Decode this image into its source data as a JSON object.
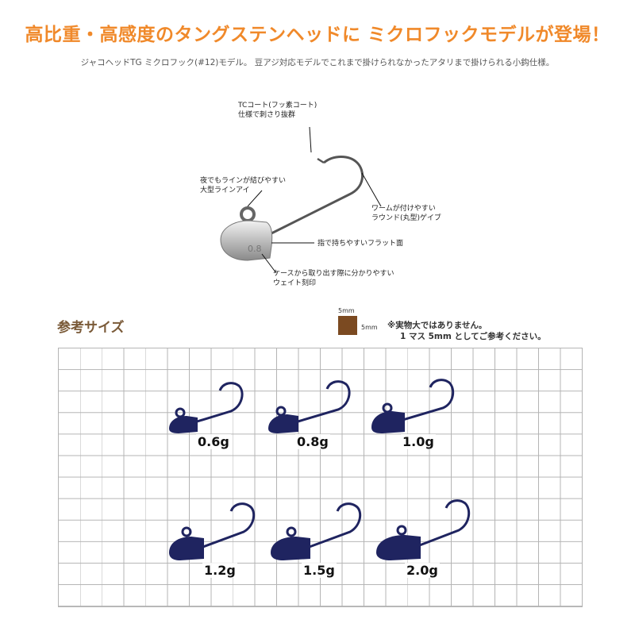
{
  "header": {
    "title": "高比重・高感度のタングステンヘッドに ミクロフックモデルが登場！",
    "subtitle": "ジャコヘッドTG ミクロフック(#12)モデル。 豆アジ対応モデルでこれまで掛けられなかったアタリまで掛けられる小鈎仕様。"
  },
  "diagram": {
    "head_marking": "0.8",
    "callouts": {
      "coat_line1": "TCコート(フッ素コート)",
      "coat_line2": "仕様で刺さり抜群",
      "eye_line1": "夜でもラインが結びやすい",
      "eye_line2": "大型ラインアイ",
      "gape_line1": "ワームが付けやすい",
      "gape_line2": "ラウンド(丸型)ゲイブ",
      "flat_line1": "指で持ちやすいフラット面",
      "weight_line1": "ケースから取り出す際に分かりやすい",
      "weight_line2": "ウェイト刻印"
    }
  },
  "reference": {
    "title": "参考サイズ",
    "scale_top": "5mm",
    "scale_side": "5mm",
    "note_line1": "※実物大ではありません。",
    "note_line2": "1 マス 5mm としてご参考ください。",
    "weights": [
      "0.6g",
      "0.8g",
      "1.0g",
      "1.2g",
      "1.5g",
      "2.0g"
    ]
  },
  "colors": {
    "headline": "#f0892a",
    "jig_navy": "#1f2460",
    "scale_swatch": "#7b4a21"
  }
}
